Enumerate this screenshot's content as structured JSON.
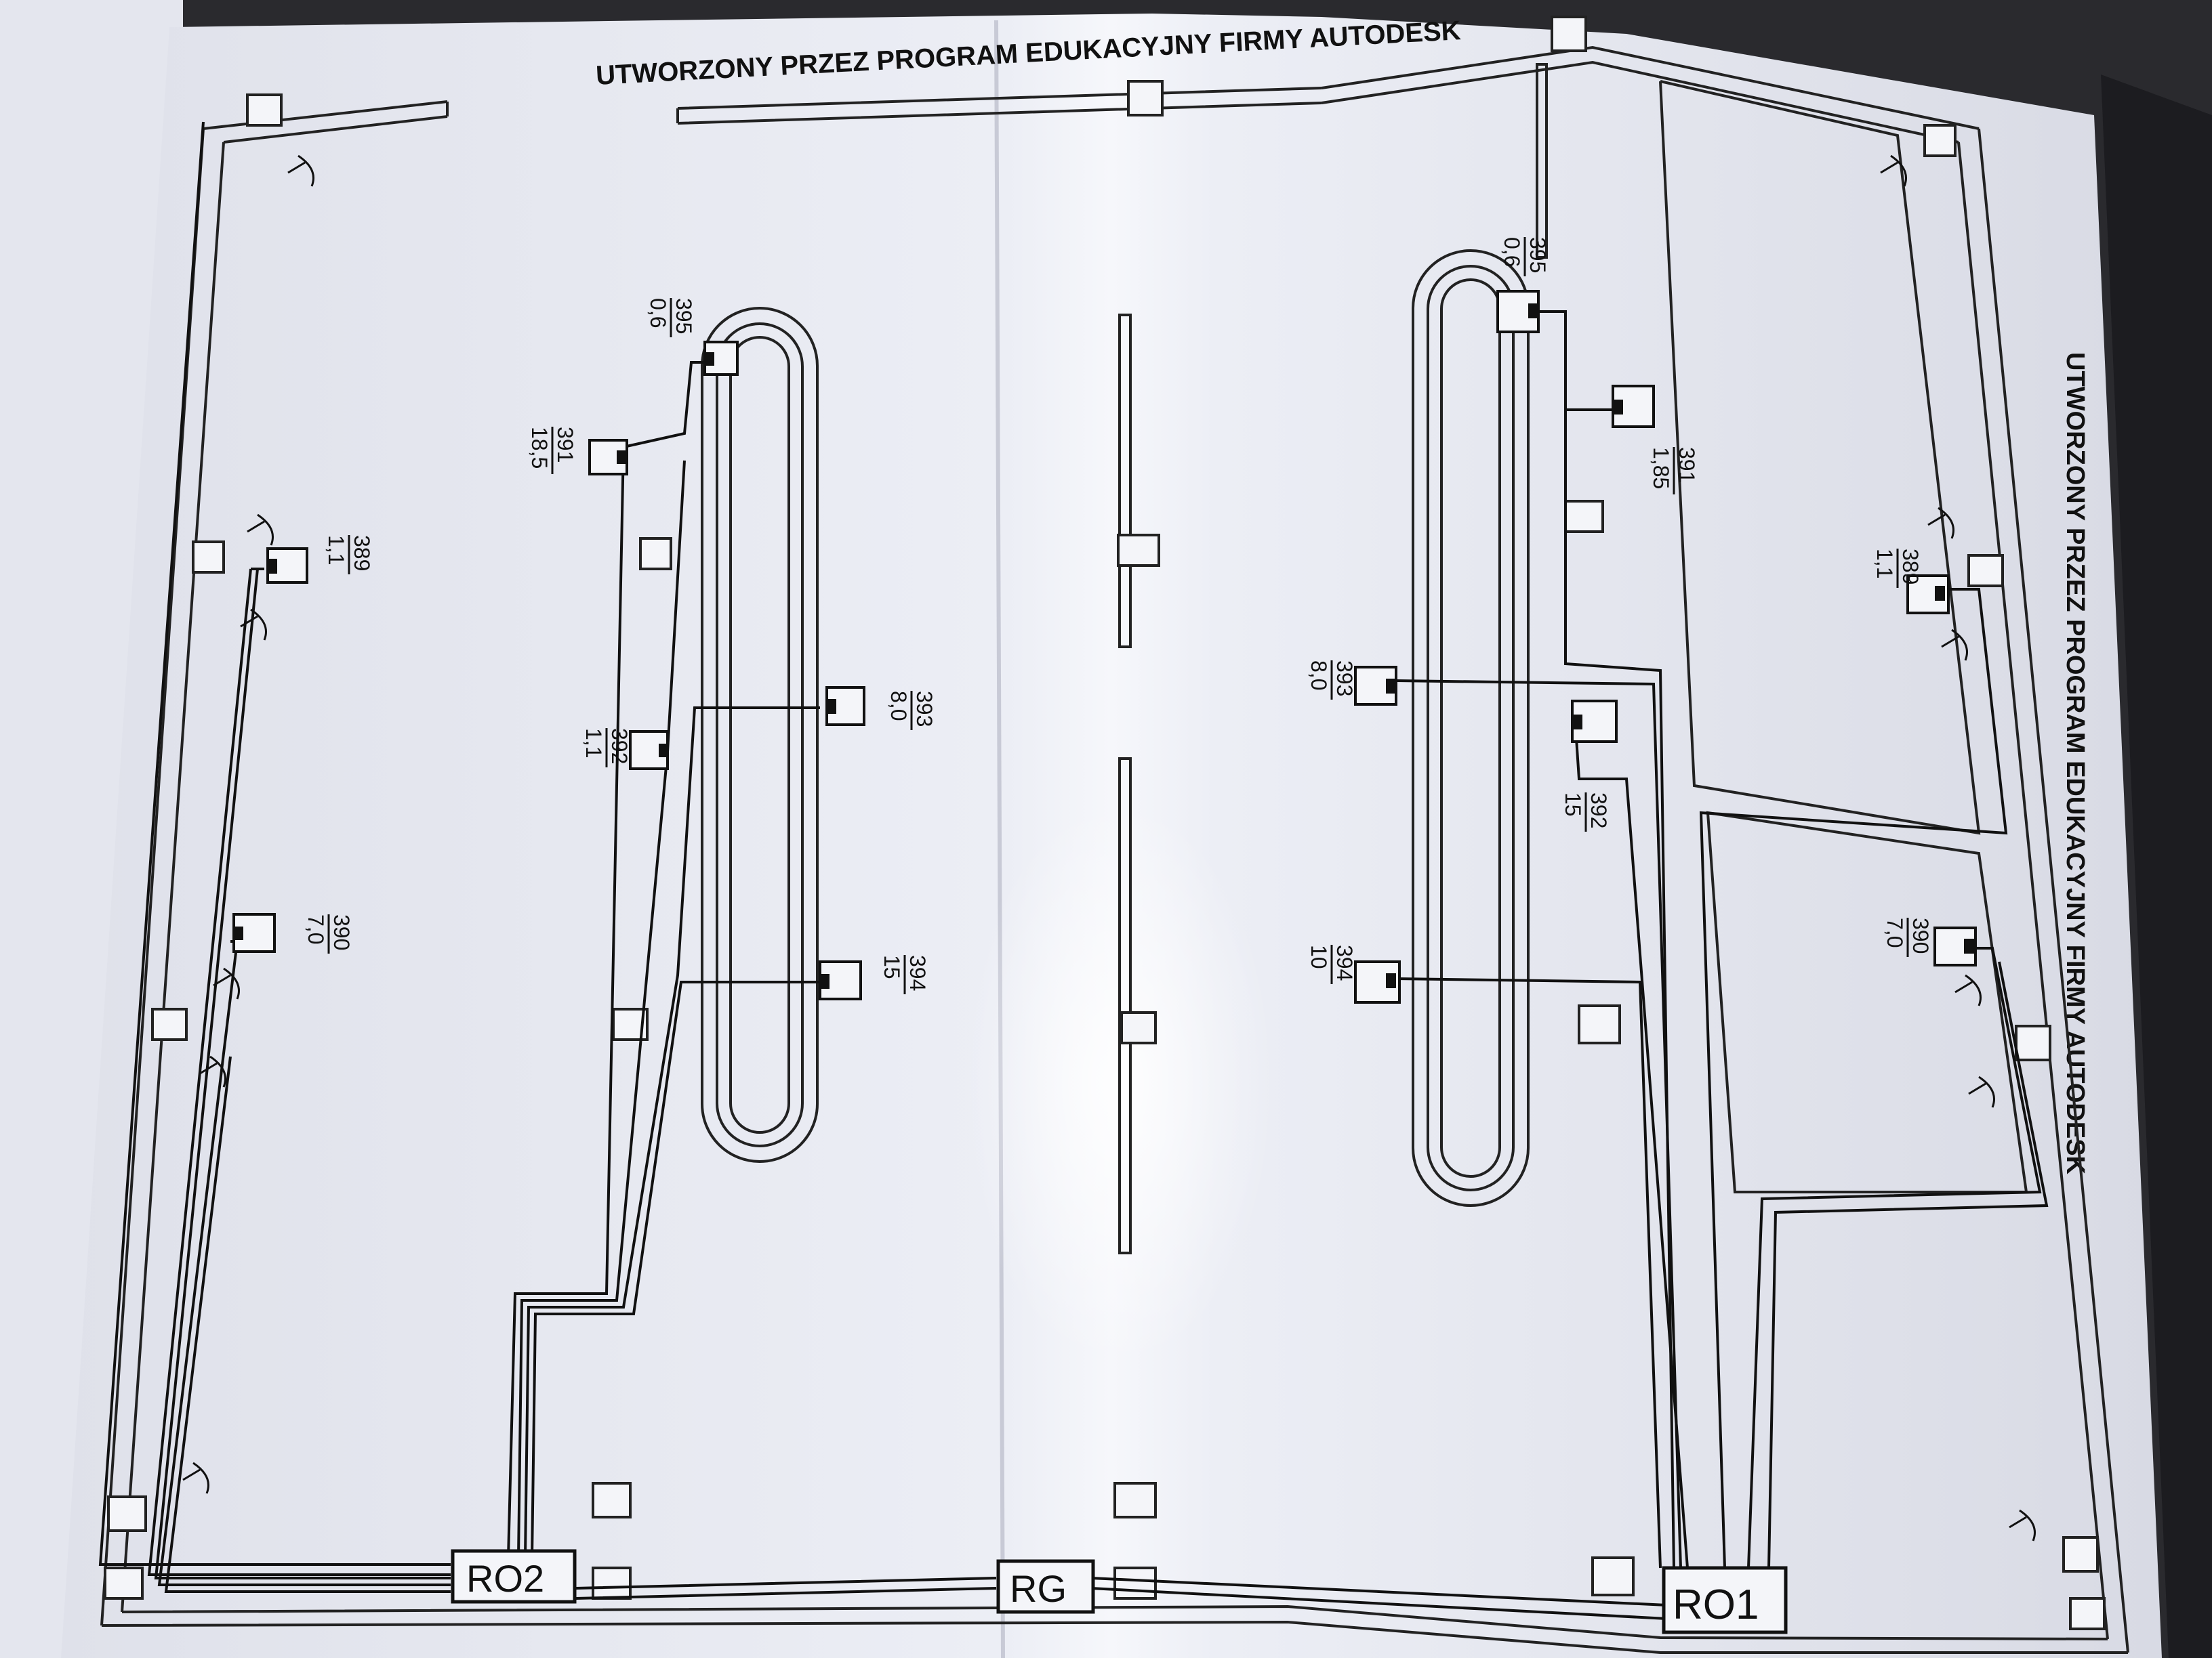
{
  "watermark": {
    "top": "UTWORZONY PRZEZ PROGRAM EDUKACYJNY FIRMY AUTODESK",
    "side": "UTWORZONY PRZEZ PROGRAM EDUKACYJNY FIRMY AUTODESK"
  },
  "panels": {
    "ro2": "RO2",
    "rg": "RG",
    "ro1": "RO1"
  },
  "left_labels": {
    "l395": {
      "num": "395",
      "val": "0,6"
    },
    "l391": {
      "num": "391",
      "val": "18,5"
    },
    "l389": {
      "num": "389",
      "val": "1,1"
    },
    "l392": {
      "num": "392",
      "val": "1,1"
    },
    "l393": {
      "num": "393",
      "val": "8,0"
    },
    "l390": {
      "num": "390",
      "val": "7,0"
    },
    "l394": {
      "num": "394",
      "val": "15"
    }
  },
  "right_labels": {
    "r395": {
      "num": "395",
      "val": "0,6"
    },
    "r391": {
      "num": "391",
      "val": "1,85"
    },
    "r389": {
      "num": "389",
      "val": "1,1"
    },
    "r393": {
      "num": "393",
      "val": "8,0"
    },
    "r392": {
      "num": "392",
      "val": "15"
    },
    "r390": {
      "num": "390",
      "val": "7,0"
    },
    "r394": {
      "num": "394",
      "val": "10"
    }
  },
  "colors": {
    "paper": "#e9eaf2",
    "paper_shade": "#d9dbe6",
    "ink": "#111111",
    "background": "#2a2a2e"
  }
}
